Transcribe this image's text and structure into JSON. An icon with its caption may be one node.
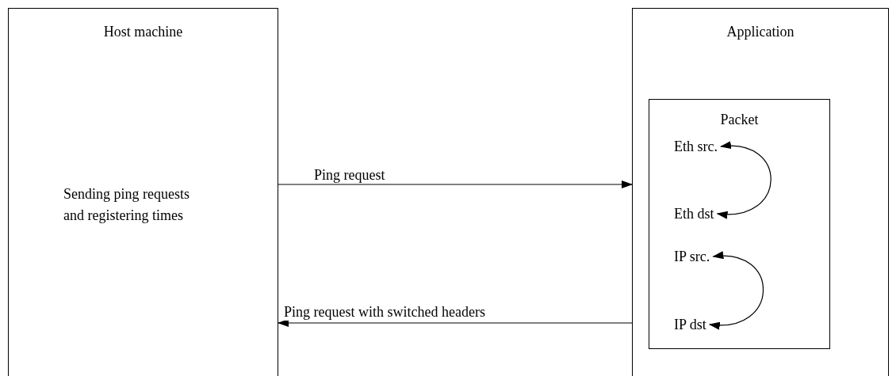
{
  "diagram": {
    "nodes": [
      {
        "text": [
          "Host machine",
          "Sending ping requests and registering times"
        ]
      },
      {
        "text": [
          "Application"
        ]
      },
      {
        "text": [
          "Packet"
        ],
        "in": 1
      },
      {
        "text": [
          "Eth src."
        ],
        "in": 2
      },
      {
        "text": [
          "Eth dst"
        ],
        "in": 2
      },
      {
        "text": [
          "IP src."
        ],
        "in": 2
      },
      {
        "text": [
          "IP dst"
        ],
        "in": 2
      }
    ],
    "edges": [
      {
        "from": 0,
        "to": 1,
        "arrow": "to",
        "label": "Ping request"
      },
      {
        "from": 1,
        "to": 0,
        "arrow": "to",
        "label": "Ping request with switched headers"
      },
      {
        "from": 3,
        "to": 4,
        "arrow": "both"
      },
      {
        "from": 5,
        "to": 6,
        "arrow": "both"
      }
    ]
  }
}
